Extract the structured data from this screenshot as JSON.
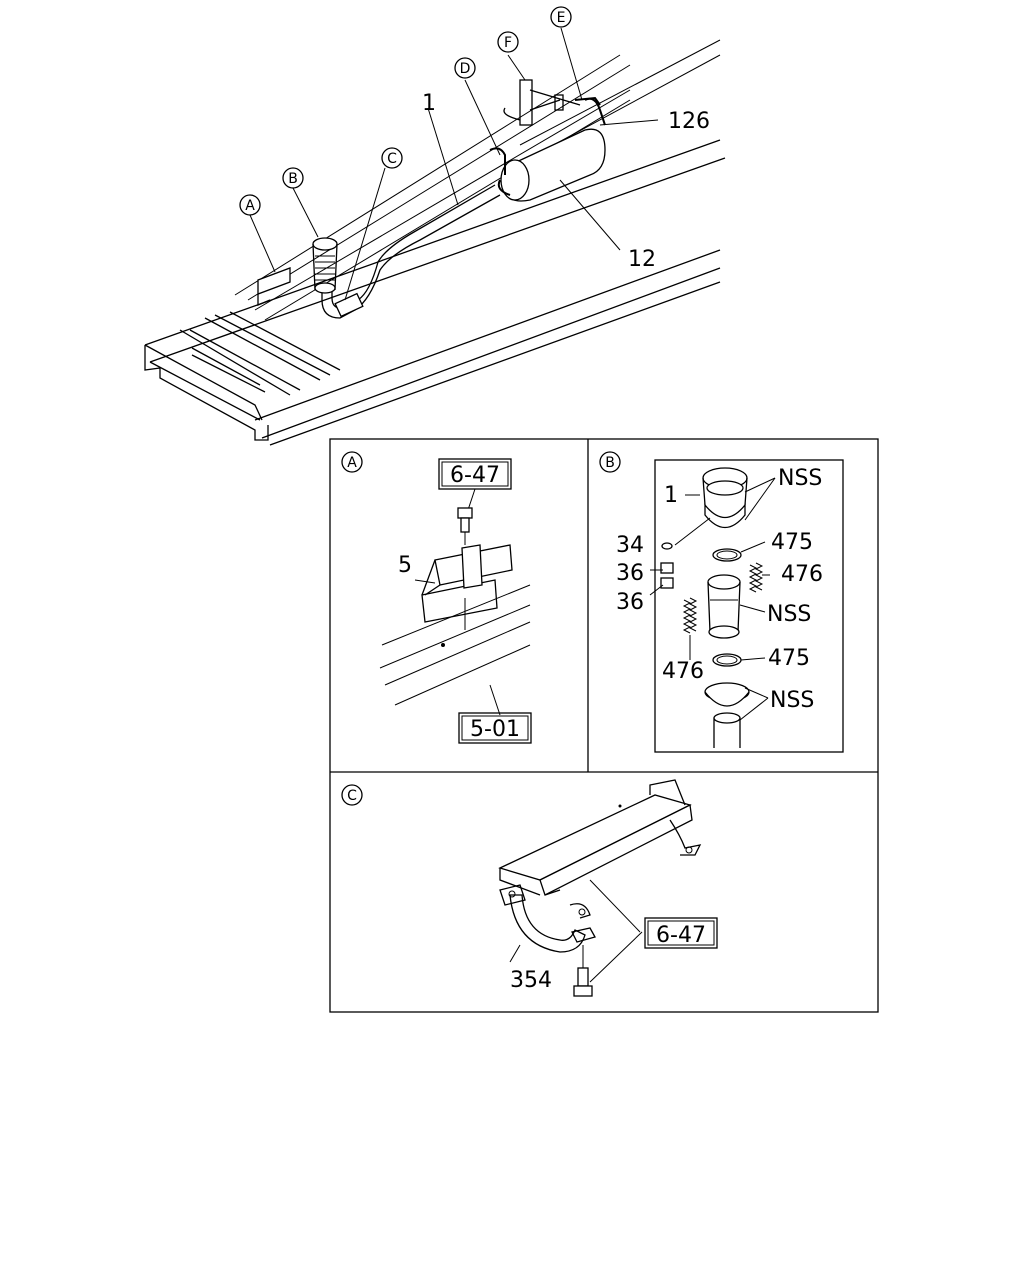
{
  "callouts": {
    "a": "A",
    "b": "B",
    "c": "C",
    "d": "D",
    "e": "E",
    "f": "F"
  },
  "overview": {
    "part_1": "1",
    "part_126": "126",
    "part_12": "12"
  },
  "detail_a": {
    "tag": "A",
    "ref_top": "6-47",
    "part_5": "5",
    "ref_bottom": "5-01"
  },
  "detail_b": {
    "tag": "B",
    "part_1": "1",
    "nss_top": "NSS",
    "part_34": "34",
    "part_36a": "36",
    "part_36b": "36",
    "part_475a": "475",
    "part_476a": "476",
    "nss_mid": "NSS",
    "part_476b": "476",
    "part_475b": "475",
    "nss_bottom": "NSS"
  },
  "detail_c": {
    "tag": "C",
    "ref": "6-47",
    "part_354": "354"
  }
}
